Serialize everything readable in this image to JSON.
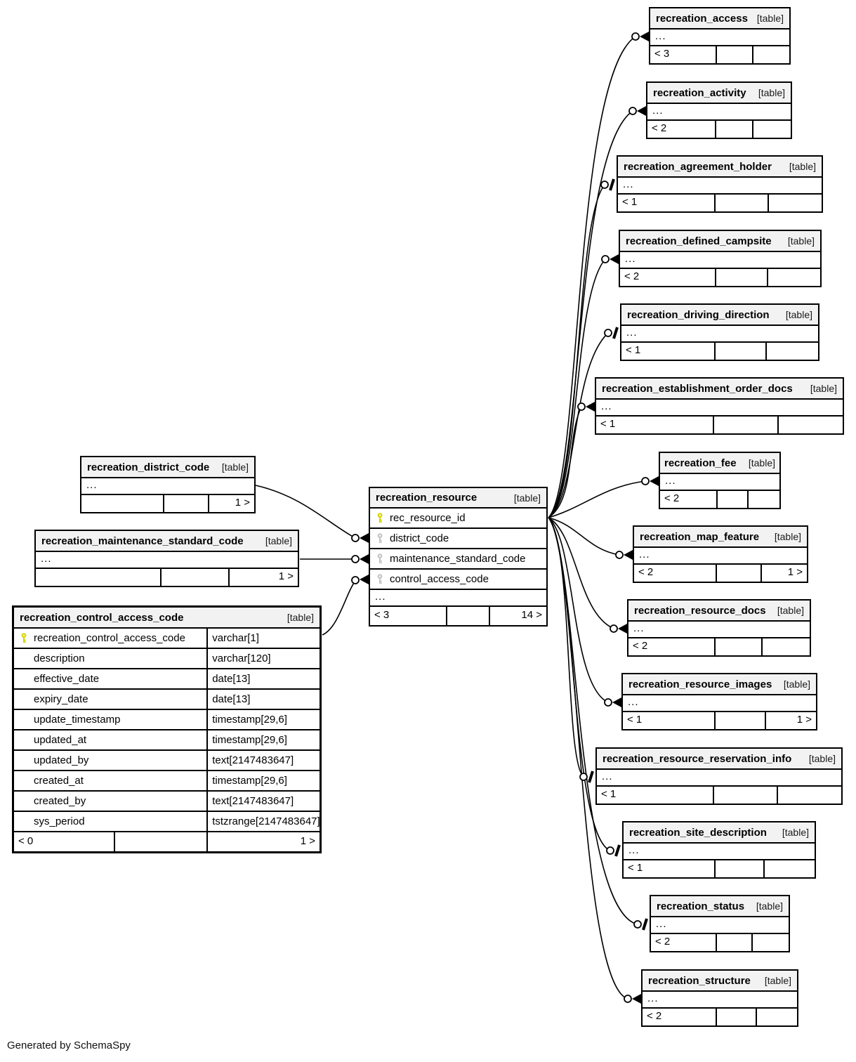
{
  "page": {
    "generated_by": "Generated by SchemaSpy"
  },
  "labels": {
    "table_tag": "[table]",
    "ellipsis": "..."
  },
  "colors": {
    "primary_key_icon": "#d6d600",
    "foreign_key_icon": "#c6c6c6"
  },
  "center_table": {
    "name": "recreation_resource",
    "columns": [
      {
        "name": "rec_resource_id",
        "key": "primary"
      },
      {
        "name": "district_code",
        "key": "foreign"
      },
      {
        "name": "maintenance_standard_code",
        "key": "foreign"
      },
      {
        "name": "control_access_code",
        "key": "foreign"
      }
    ],
    "footer_left": "< 3",
    "footer_right": "14 >"
  },
  "focus_table": {
    "name": "recreation_control_access_code",
    "columns": [
      {
        "name": "recreation_control_access_code",
        "type": "varchar[1]",
        "key": "primary"
      },
      {
        "name": "description",
        "type": "varchar[120]",
        "key": ""
      },
      {
        "name": "effective_date",
        "type": "date[13]",
        "key": ""
      },
      {
        "name": "expiry_date",
        "type": "date[13]",
        "key": ""
      },
      {
        "name": "update_timestamp",
        "type": "timestamp[29,6]",
        "key": ""
      },
      {
        "name": "updated_at",
        "type": "timestamp[29,6]",
        "key": ""
      },
      {
        "name": "updated_by",
        "type": "text[2147483647]",
        "key": ""
      },
      {
        "name": "created_at",
        "type": "timestamp[29,6]",
        "key": ""
      },
      {
        "name": "created_by",
        "type": "text[2147483647]",
        "key": ""
      },
      {
        "name": "sys_period",
        "type": "tstzrange[2147483647]",
        "key": ""
      }
    ],
    "footer_left": "< 0",
    "footer_right": "1 >"
  },
  "parent_tables": [
    {
      "name": "recreation_district_code",
      "footer_left": "",
      "footer_right": "1 >"
    },
    {
      "name": "recreation_maintenance_standard_code",
      "footer_left": "",
      "footer_right": "1 >"
    }
  ],
  "child_tables": [
    {
      "name": "recreation_access",
      "footer_left": "< 3",
      "footer_right": ""
    },
    {
      "name": "recreation_activity",
      "footer_left": "< 2",
      "footer_right": ""
    },
    {
      "name": "recreation_agreement_holder",
      "footer_left": "< 1",
      "footer_right": ""
    },
    {
      "name": "recreation_defined_campsite",
      "footer_left": "< 2",
      "footer_right": ""
    },
    {
      "name": "recreation_driving_direction",
      "footer_left": "< 1",
      "footer_right": ""
    },
    {
      "name": "recreation_establishment_order_docs",
      "footer_left": "< 1",
      "footer_right": ""
    },
    {
      "name": "recreation_fee",
      "footer_left": "< 2",
      "footer_right": ""
    },
    {
      "name": "recreation_map_feature",
      "footer_left": "< 2",
      "footer_right": "1 >"
    },
    {
      "name": "recreation_resource_docs",
      "footer_left": "< 2",
      "footer_right": ""
    },
    {
      "name": "recreation_resource_images",
      "footer_left": "< 1",
      "footer_right": "1 >"
    },
    {
      "name": "recreation_resource_reservation_info",
      "footer_left": "< 1",
      "footer_right": ""
    },
    {
      "name": "recreation_site_description",
      "footer_left": "< 1",
      "footer_right": ""
    },
    {
      "name": "recreation_status",
      "footer_left": "< 2",
      "footer_right": ""
    },
    {
      "name": "recreation_structure",
      "footer_left": "< 2",
      "footer_right": ""
    }
  ]
}
